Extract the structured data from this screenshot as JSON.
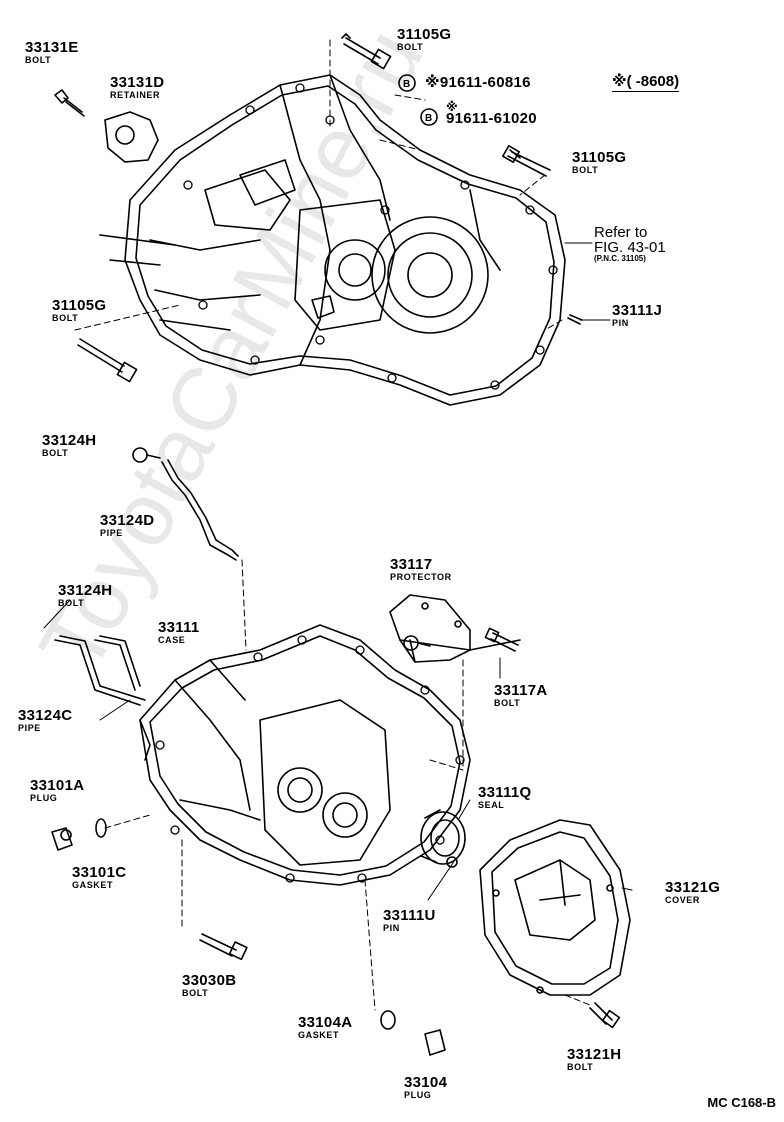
{
  "watermark": "ToyotaCarMine.ru",
  "footer_code": "MC C168-B",
  "note": "※(      -8608)",
  "refer": {
    "line1": "Refer to",
    "line2": "FIG. 43-01",
    "line3": "(P.N.C. 31105)"
  },
  "alt_parts": [
    {
      "symbol": "B",
      "number": "※91611-60816"
    },
    {
      "symbol": "B",
      "number": "91611-61020",
      "mark": "※"
    }
  ],
  "parts": {
    "p33131E": {
      "number": "33131E",
      "name": "BOLT"
    },
    "p33131D": {
      "number": "33131D",
      "name": "RETAINER"
    },
    "p31105G_a": {
      "number": "31105G",
      "name": "BOLT"
    },
    "p31105G_b": {
      "number": "31105G",
      "name": "BOLT"
    },
    "p31105G_c": {
      "number": "31105G",
      "name": "BOLT"
    },
    "p33111J": {
      "number": "33111J",
      "name": "PIN"
    },
    "p33124H_a": {
      "number": "33124H",
      "name": "BOLT"
    },
    "p33124D": {
      "number": "33124D",
      "name": "PIPE"
    },
    "p33117": {
      "number": "33117",
      "name": "PROTECTOR"
    },
    "p33124H_b": {
      "number": "33124H",
      "name": "BOLT"
    },
    "p33111": {
      "number": "33111",
      "name": "CASE"
    },
    "p33117A": {
      "number": "33117A",
      "name": "BOLT"
    },
    "p33124C": {
      "number": "33124C",
      "name": "PIPE"
    },
    "p33101A": {
      "number": "33101A",
      "name": "PLUG"
    },
    "p33111Q": {
      "number": "33111Q",
      "name": "SEAL"
    },
    "p33101C": {
      "number": "33101C",
      "name": "GASKET"
    },
    "p33121G": {
      "number": "33121G",
      "name": "COVER"
    },
    "p33111U": {
      "number": "33111U",
      "name": "PIN"
    },
    "p33030B": {
      "number": "33030B",
      "name": "BOLT"
    },
    "p33104A": {
      "number": "33104A",
      "name": "GASKET"
    },
    "p33121H": {
      "number": "33121H",
      "name": "BOLT"
    },
    "p33104": {
      "number": "33104",
      "name": "PLUG"
    }
  }
}
